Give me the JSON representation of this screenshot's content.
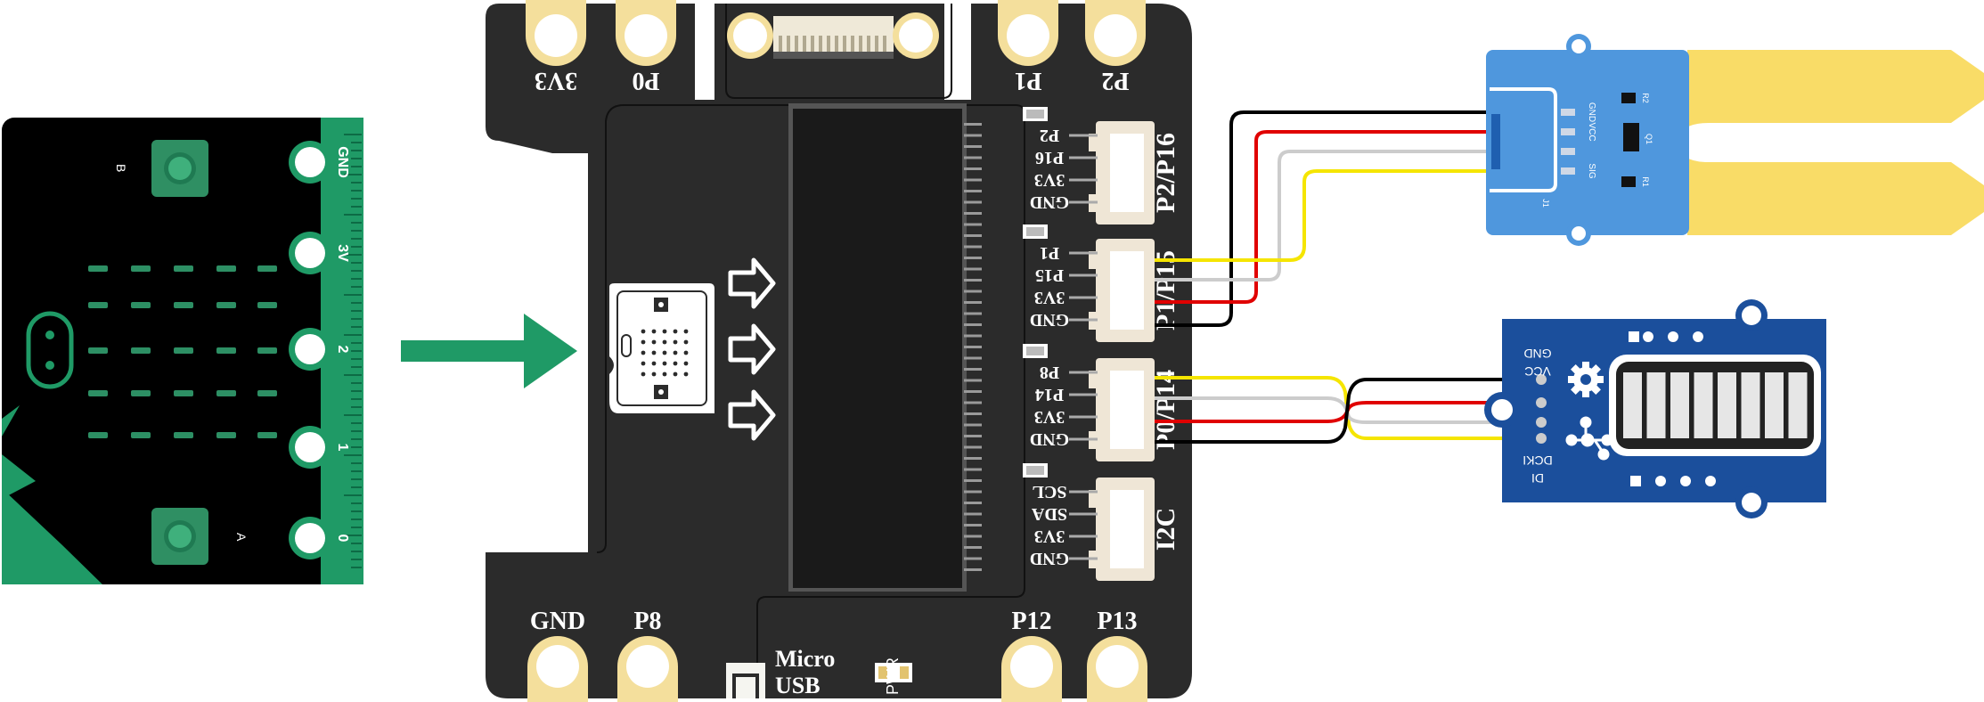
{
  "microbit": {
    "button_a": "A",
    "button_b": "B",
    "edge_pins": [
      "GND",
      "3V",
      "2",
      "1",
      "0"
    ]
  },
  "board": {
    "top_pads": [
      "3V3",
      "P0",
      "P1",
      "P2"
    ],
    "bottom_pads": [
      "GND",
      "P8",
      "P12",
      "P13"
    ],
    "micro_usb": [
      "Micro",
      "USB"
    ],
    "pwr": "PWR",
    "ports": [
      {
        "name": "P2/P16",
        "pins": [
          "P2",
          "P16",
          "3V3",
          "GND"
        ]
      },
      {
        "name": "P1/P15",
        "pins": [
          "P1",
          "P15",
          "3V3",
          "GND"
        ]
      },
      {
        "name": "P0/P14",
        "pins": [
          "P8",
          "P14",
          "3V3",
          "GND"
        ]
      },
      {
        "name": "I2C",
        "pins": [
          "SCL",
          "SDA",
          "3V3",
          "GND"
        ]
      }
    ]
  },
  "moisture_sensor": {
    "pins": [
      "GND",
      "VCC",
      "",
      "SIG"
    ],
    "parts": [
      "R2",
      "Q1",
      "R1",
      "J1"
    ]
  },
  "led_bar": {
    "pins": [
      "GND",
      "VCC",
      "DCKI",
      "DI"
    ],
    "segments": 8
  },
  "colors": {
    "board": "#2b2b2b",
    "pad": "#f4df9c",
    "microbit_green": "#1f9a66",
    "arrow": "#1f9a66",
    "moisture_blue": "#4f97dd",
    "probe_yellow": "#f9dc67",
    "led_blue": "#1b4f9c",
    "wire_black": "#000000",
    "wire_red": "#e00000",
    "wire_white": "#cccccc",
    "wire_yellow": "#f5e500"
  }
}
